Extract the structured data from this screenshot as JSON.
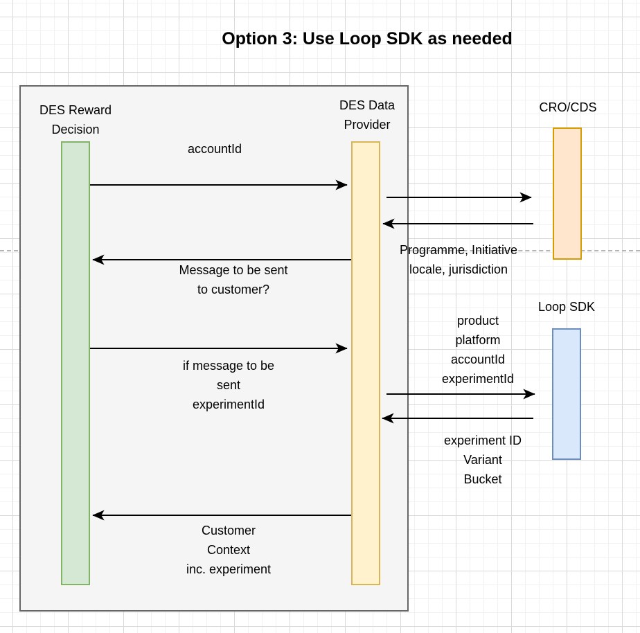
{
  "title": "Option 3: Use Loop SDK as needed",
  "colors": {
    "arrow": "#000000",
    "frame_fill": "#f5f5f5",
    "frame_border": "#666666",
    "divider_dash": "#b5b5b5",
    "grid_minor": "#f1f1f1",
    "grid_major": "#d9d9d9"
  },
  "actors": {
    "des_reward_decision": {
      "label": "DES Reward\nDecision",
      "fill": "#d5e8d4",
      "border": "#82b366"
    },
    "des_data_provider": {
      "label": "DES Data\nProvider",
      "fill": "#fff2cc",
      "border": "#d6b656"
    },
    "cro_cds": {
      "label": "CRO/CDS",
      "fill": "#ffe6cc",
      "border": "#d79b00"
    },
    "loop_sdk": {
      "label": "Loop SDK",
      "fill": "#dae8fc",
      "border": "#6c8ebf"
    }
  },
  "messages": {
    "account_id": {
      "label": "accountId",
      "from": "DES Reward Decision",
      "to": "DES Data Provider"
    },
    "cro_request": {
      "label": "",
      "from": "DES Data Provider",
      "to": "CRO/CDS"
    },
    "programme_initiative": {
      "label": "Programme, Initiative\nlocale, jurisdiction",
      "from": "CRO/CDS",
      "to": "DES Data Provider"
    },
    "message_to_customer": {
      "label": "Message to be sent\nto customer?",
      "from": "DES Data Provider",
      "to": "DES Reward Decision"
    },
    "if_message": {
      "label": "if message to be\nsent\nexperimentId",
      "from": "DES Reward Decision",
      "to": "DES Data Provider"
    },
    "loop_request": {
      "label": "product\nplatform\naccountId\nexperimentId",
      "from": "DES Data Provider",
      "to": "Loop SDK"
    },
    "loop_response": {
      "label": "experiment ID\nVariant\nBucket",
      "from": "Loop SDK",
      "to": "DES Data Provider"
    },
    "customer_context": {
      "label": "Customer\nContext\ninc. experiment",
      "from": "DES Data Provider",
      "to": "DES Reward Decision"
    }
  }
}
